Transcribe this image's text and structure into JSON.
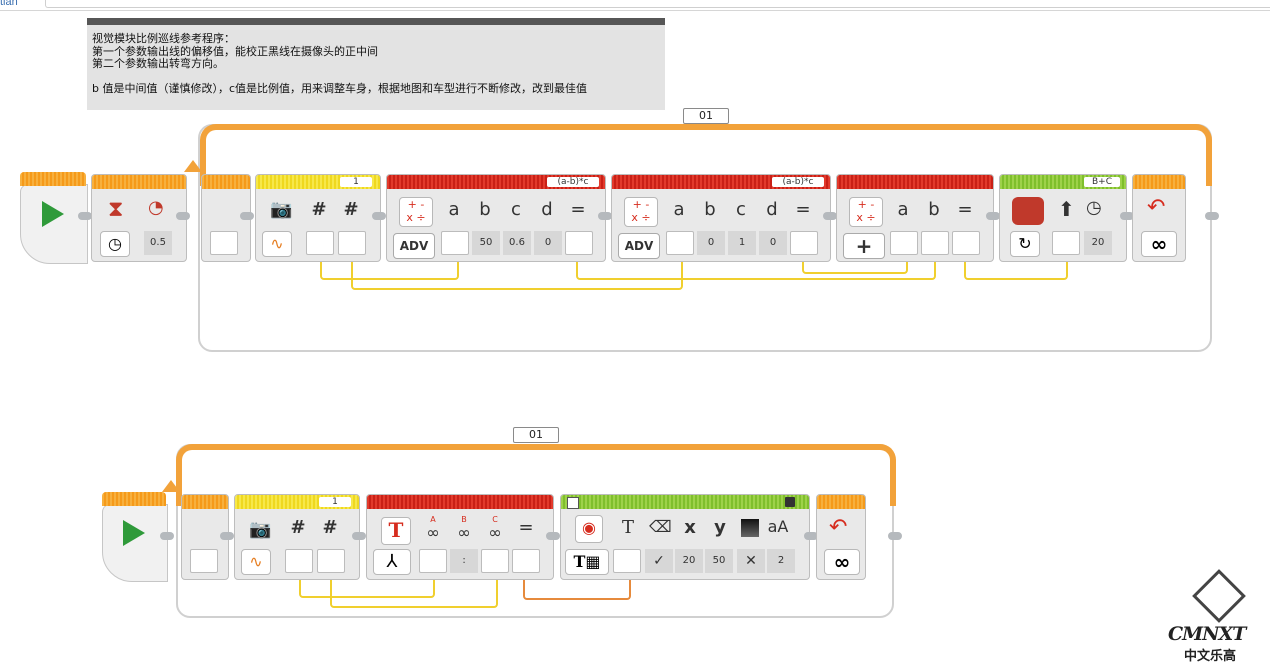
{
  "top_link": "tian",
  "comment": {
    "lines": [
      "视觉模块比例巡线参考程序：",
      "第一个参数输出线的偏移值，能校正黑线在摄像头的正中间",
      "第二个参数输出转弯方向。",
      "",
      "b 值是中间值（谨慎修改），c值是比例值，用来调整车身，根据地图和车型进行不断修改，改到最佳值"
    ]
  },
  "program1": {
    "loop_label": "01",
    "wait_value": "0.5",
    "camera_port": "1",
    "math1": {
      "formula": "(a-b)*c",
      "mode": "ADV",
      "b": "50",
      "c": "0.6",
      "d": "0"
    },
    "math2": {
      "formula": "(a-b)*c",
      "mode": "ADV",
      "b": "0",
      "c": "1",
      "d": "0"
    },
    "add": {
      "vars": [
        "a",
        "b"
      ]
    },
    "steering": {
      "ports": "B+C",
      "power": "20"
    },
    "loop_icon": "∞"
  },
  "program2": {
    "loop_label": "01",
    "camera_port": "1",
    "text_sep": ":",
    "display_values": {
      "x": "20",
      "y": "50",
      "size": "2"
    },
    "loop_icon": "∞"
  },
  "labels": {
    "a": "a",
    "b": "b",
    "c": "c",
    "d": "d",
    "eq": "=",
    "hash": "#",
    "T": "T",
    "x": "x",
    "y": "y",
    "aA": "aA",
    "A": "A",
    "B": "B",
    "C": "C"
  },
  "logo": {
    "en": "CMNXT",
    "zh": "中文乐高"
  },
  "colors": {
    "loop": "#f2a23a",
    "wire": "#f0cf2e",
    "wire_text": "#e68a3c",
    "start": "#2f9a3a"
  }
}
